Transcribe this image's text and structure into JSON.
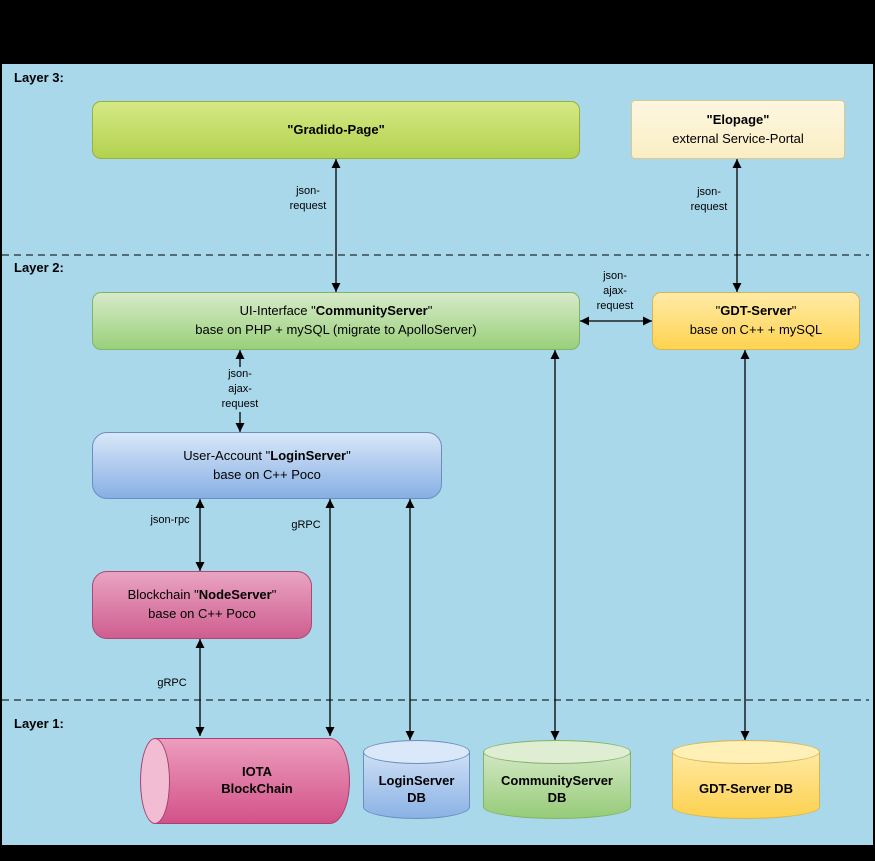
{
  "layer_labels": {
    "layer3": "Layer 3:",
    "layer2": "Layer 2:",
    "layer1": "Layer 1:"
  },
  "nodes": {
    "gradido_page": {
      "prefix": "",
      "name": "\"Gradido-Page\"",
      "suffix": ""
    },
    "elopage": {
      "prefix": "",
      "name": "\"Elopage\"",
      "suffix": "",
      "line2": "external Service-Portal"
    },
    "community_server": {
      "prefix": "UI-Interface \"",
      "name": "CommunityServer",
      "suffix": "\"",
      "line2": "base on PHP + mySQL (migrate to ApolloServer)"
    },
    "gdt_server": {
      "prefix": "\"",
      "name": "GDT-Server",
      "suffix": "\"",
      "line2": "base on C++ + mySQL"
    },
    "login_server": {
      "prefix": "User-Account \"",
      "name": "LoginServer",
      "suffix": "\"",
      "line2": "base on C++ Poco"
    },
    "node_server": {
      "prefix": "Blockchain \"",
      "name": "NodeServer",
      "suffix": "\"",
      "line2": "base on C++ Poco"
    },
    "iota_blockchain": {
      "line1": "IOTA",
      "line2": "BlockChain"
    },
    "loginserver_db": {
      "line1": "LoginServer",
      "line2": "DB"
    },
    "communityserver_db": {
      "line1": "CommunityServer",
      "line2": "DB"
    },
    "gdtserver_db": {
      "line1": "GDT-Server DB"
    }
  },
  "edge_labels": {
    "gradido_to_community": {
      "l1": "json-",
      "l2": "request"
    },
    "elopage_to_gdt": {
      "l1": "json-",
      "l2": "request"
    },
    "community_to_gdt": {
      "l1": "json-",
      "l2": "ajax-",
      "l3": "request"
    },
    "community_to_login": {
      "l1": "json-",
      "l2": "ajax-",
      "l3": "request"
    },
    "login_to_node": {
      "l1": "json-rpc"
    },
    "login_to_iota": {
      "l1": "gRPC"
    },
    "node_to_iota": {
      "l1": "gRPC"
    }
  },
  "colors": {
    "canvas_blue": "#a9d8eb",
    "gradido_green": "#b2d24f",
    "community_green": "#99d07a",
    "gdt_yellow": "#ffd34f",
    "elopage_cream": "#fbeec4",
    "login_blue": "#87afe4",
    "node_pink": "#cf5e90",
    "connector_black": "#000000"
  }
}
